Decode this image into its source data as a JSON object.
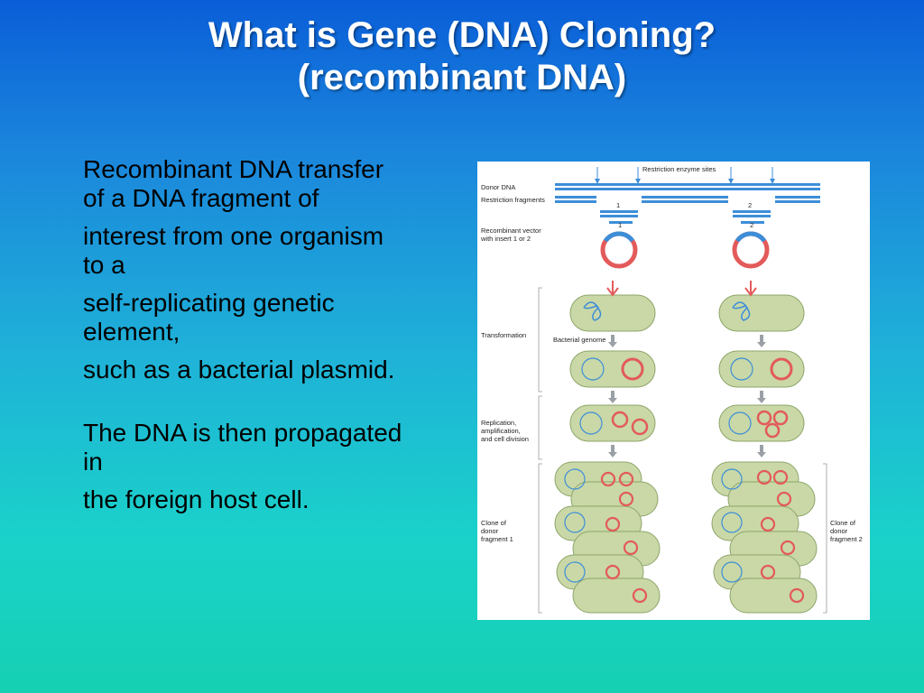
{
  "slide": {
    "title_line1": "What is Gene (DNA) Cloning?",
    "title_line2": "(recombinant DNA)",
    "paragraphs": [
      "Recombinant DNA transfer of a DNA fragment of",
      "interest from one organism to a",
      "self-replicating genetic element,",
      "such as a bacterial plasmid.",
      "The DNA is then propagated in",
      "the foreign host cell."
    ]
  },
  "figure": {
    "labels": {
      "restriction_sites": "Restriction enzyme sites",
      "donor_dna": "Donor DNA",
      "restriction_fragments": "Restriction fragments",
      "recombinant_vector_1": "Recombinant vector",
      "recombinant_vector_2": "with insert 1 or 2",
      "transformation": "Transformation",
      "bacterial_genome": "Bacterial genome",
      "replication_1": "Replication,",
      "replication_2": "amplification,",
      "replication_3": "and cell division",
      "clone1_a": "Clone of",
      "clone1_b": "donor",
      "clone1_c": "fragment 1",
      "clone2_a": "Clone of",
      "clone2_b": "donor",
      "clone2_c": "fragment 2",
      "num1": "1",
      "num2": "2"
    },
    "colors": {
      "dna_blue": "#3d8ed8",
      "plasmid_red": "#e35a5a",
      "cell_green": "#c9d8a6",
      "cell_outline": "#8ea56b",
      "arrow_gray": "#9aa0a6"
    }
  }
}
